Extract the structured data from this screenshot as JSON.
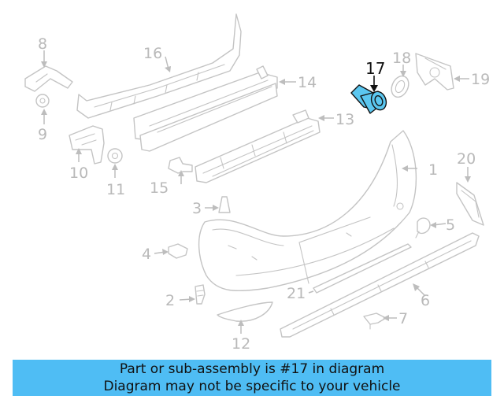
{
  "diagram": {
    "highlighted_part": "17",
    "part_numbers": [
      "1",
      "2",
      "3",
      "4",
      "5",
      "6",
      "7",
      "8",
      "9",
      "10",
      "11",
      "12",
      "13",
      "14",
      "15",
      "16",
      "17",
      "18",
      "19",
      "20",
      "21"
    ]
  },
  "banner": {
    "line1": "Part or sub-assembly is #17 in diagram",
    "line2": "Diagram may not be specific to your vehicle",
    "background_color": "#4fbdf4"
  },
  "colors": {
    "highlight": "#5bc7f0",
    "line_art": "#c4c4c4",
    "callout_text": "#b9b9b9"
  }
}
